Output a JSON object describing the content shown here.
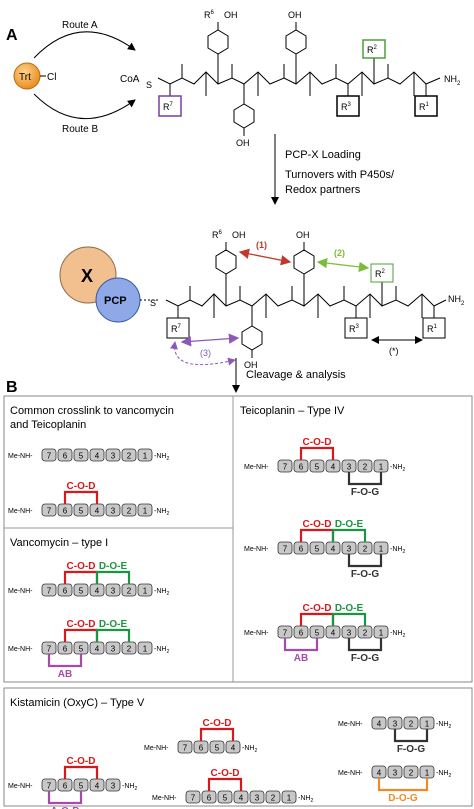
{
  "panel_a": {
    "label": "A",
    "trt_label": "Trt",
    "cl_label": "Cl",
    "route_a": "Route A",
    "route_b": "Route B",
    "coa_label": "CoA",
    "s_label": "S",
    "r6": "R",
    "r6_sup": "6",
    "oh": "OH",
    "r2": "R",
    "r2_sup": "2",
    "r3": "R",
    "r3_sup": "3",
    "r1": "R",
    "r1_sup": "1",
    "r7": "R",
    "r7_sup": "7",
    "n": "N",
    "h": "H",
    "nh2": "NH",
    "nh2_sub": "2",
    "step_loading": "PCP-X Loading",
    "step_turnovers": "Turnovers with P450s/",
    "step_redox": "Redox partners",
    "x_label": "X",
    "pcp_label": "PCP",
    "crosslink_1": "(1)",
    "crosslink_2": "(2)",
    "crosslink_3": "(3)",
    "crosslink_star": "(*)",
    "step_cleavage": "Cleavage & analysis"
  },
  "panel_b": {
    "label": "B",
    "common_title_1": "Common crosslink to vancomycin",
    "common_title_2": "and Teicoplanin",
    "vanco_title": "Vancomycin – type I",
    "teico_title": "Teicoplanin – Type IV",
    "kista_title": "Kistamicin (OxyC)  – Type V",
    "me_nh": "Me-NH-",
    "nh2_tail": "-NH",
    "nh2_sub": "2",
    "res": [
      "7",
      "6",
      "5",
      "4",
      "3",
      "2",
      "1"
    ],
    "cod": "C-O-D",
    "doe": "D-O-E",
    "fog": "F-O-G",
    "ab": "AB",
    "aob": "A-O-B",
    "dog": "D-O-G",
    "colors": {
      "cod": "#d7191c",
      "doe": "#1a9641",
      "fog": "#333333",
      "ab": "#a64ca6",
      "dog": "#f08a24",
      "arrow1": "#c0392b",
      "arrow2": "#7dbb3a",
      "arrow3": "#8e58b8",
      "x_circle": "#f2c08f",
      "pcp_circle": "#8fa8e8",
      "trt_ball": "#f5a030",
      "box_green": "#4aa03a",
      "box_purple": "#7a3ea0",
      "residue_fill": "#c8c8c8"
    }
  }
}
